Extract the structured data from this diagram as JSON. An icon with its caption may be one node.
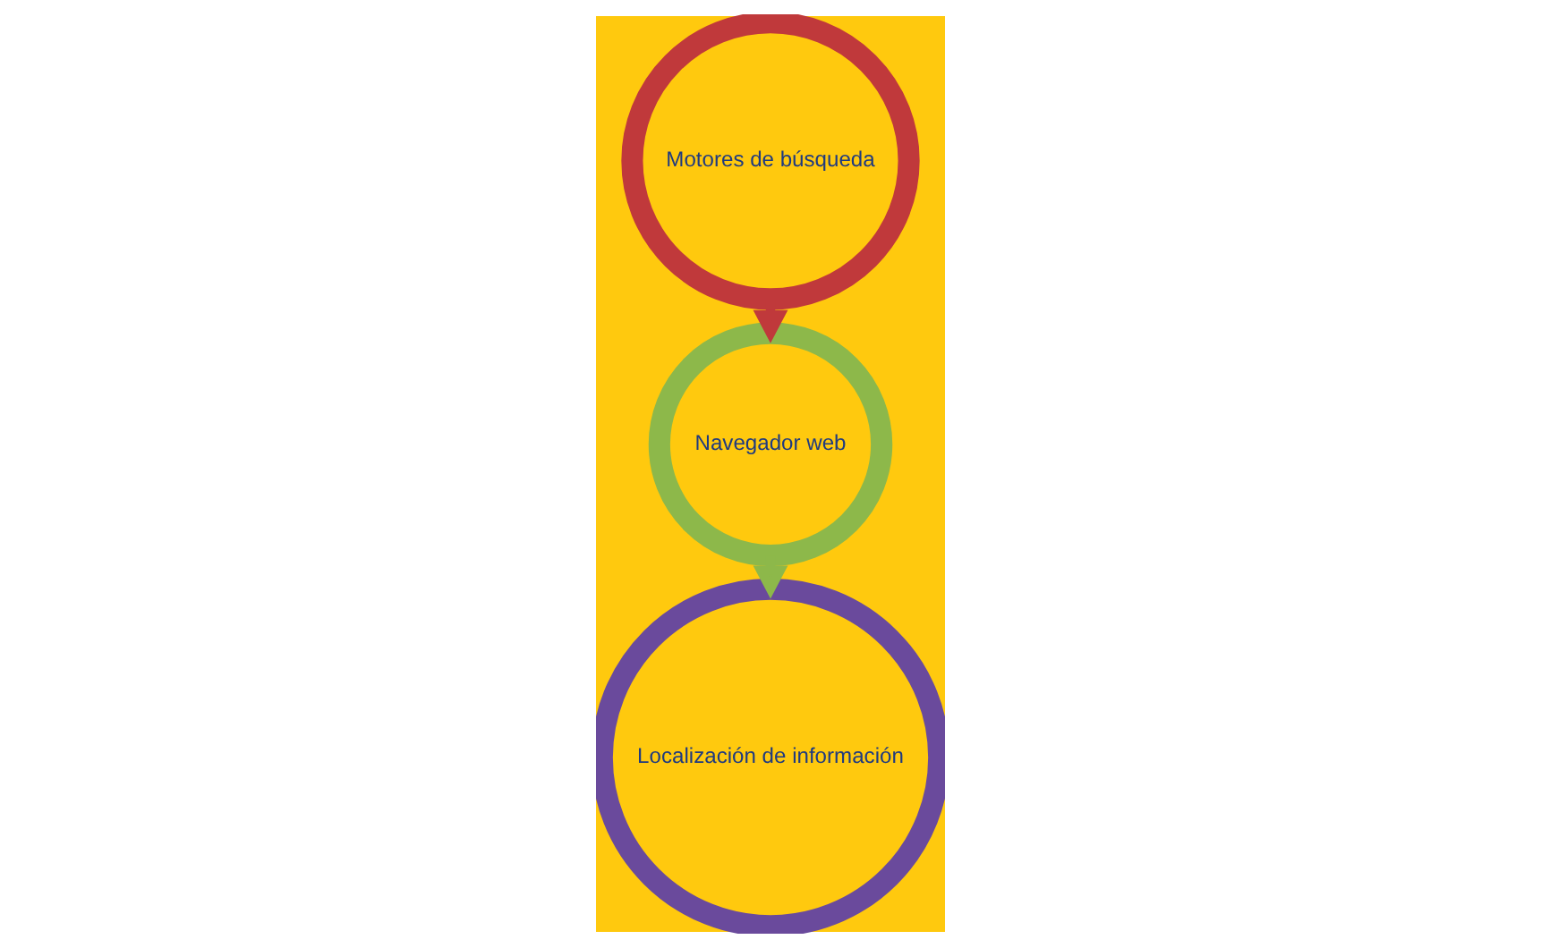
{
  "diagram": {
    "nodes": [
      {
        "text": [
          "Motores de búsqueda"
        ]
      },
      {
        "text": [
          "Navegador web"
        ]
      },
      {
        "text": [
          "Localización de información"
        ]
      }
    ],
    "edges": [
      {
        "from": 0,
        "to": 1,
        "arrow": "to"
      },
      {
        "from": 1,
        "to": 2,
        "arrow": "to"
      }
    ]
  }
}
